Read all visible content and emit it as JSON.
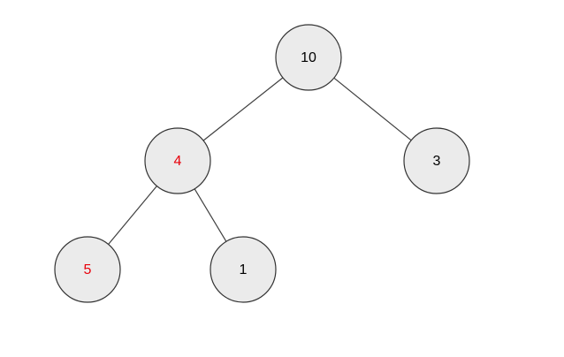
{
  "tree": {
    "colors": {
      "normal_label": "#000000",
      "highlight_label": "#e8000b",
      "node_fill": "#ebebeb",
      "node_stroke": "#333333",
      "edge": "#404040"
    },
    "nodes": [
      {
        "id": "n10",
        "label": "10",
        "highlight": false
      },
      {
        "id": "n4",
        "label": "4",
        "highlight": true
      },
      {
        "id": "n3",
        "label": "3",
        "highlight": false
      },
      {
        "id": "n5",
        "label": "5",
        "highlight": true
      },
      {
        "id": "n1",
        "label": "1",
        "highlight": false
      }
    ],
    "edges": [
      {
        "from": "n10",
        "to": "n4"
      },
      {
        "from": "n10",
        "to": "n3"
      },
      {
        "from": "n4",
        "to": "n5"
      },
      {
        "from": "n4",
        "to": "n1"
      }
    ]
  }
}
